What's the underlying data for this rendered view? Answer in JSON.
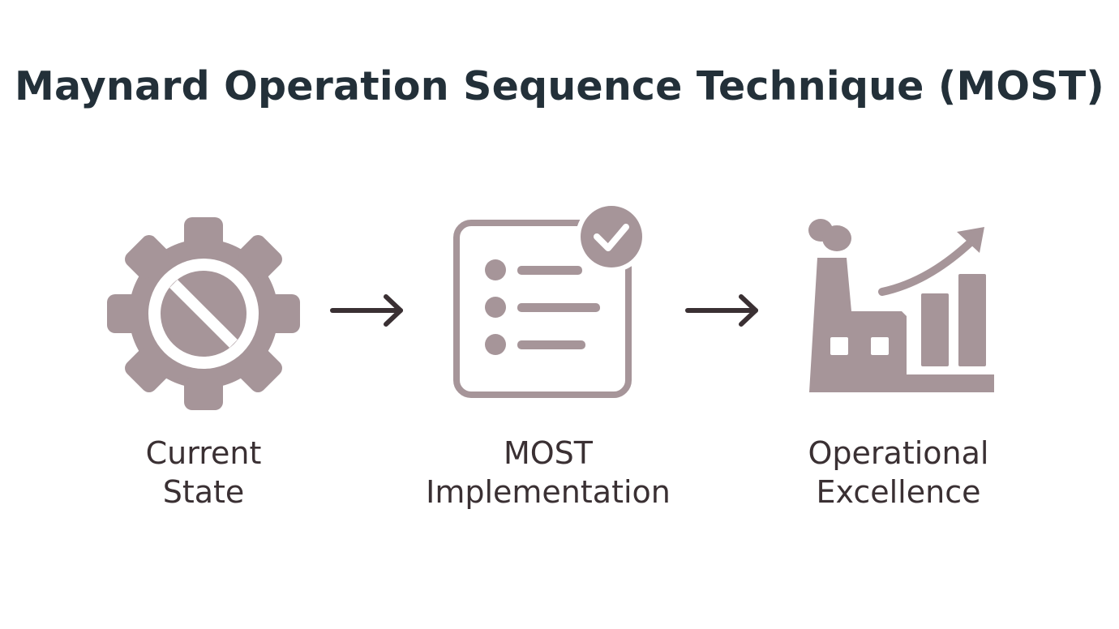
{
  "title": "Maynard Operation Sequence Technique (MOST)",
  "colors": {
    "icon_fill": "#a69599",
    "arrow": "#3a3033",
    "title": "#233039",
    "label": "#3a3033"
  },
  "steps": [
    {
      "icon": "gear-with-prohibition-icon",
      "line1": "Current",
      "line2": "State"
    },
    {
      "icon": "checklist-with-checkmark-icon",
      "line1": "MOST",
      "line2": "Implementation"
    },
    {
      "icon": "factory-with-growth-chart-icon",
      "line1": "Operational",
      "line2": "Excellence"
    }
  ],
  "connectors": [
    "right-arrow-icon",
    "right-arrow-icon"
  ]
}
